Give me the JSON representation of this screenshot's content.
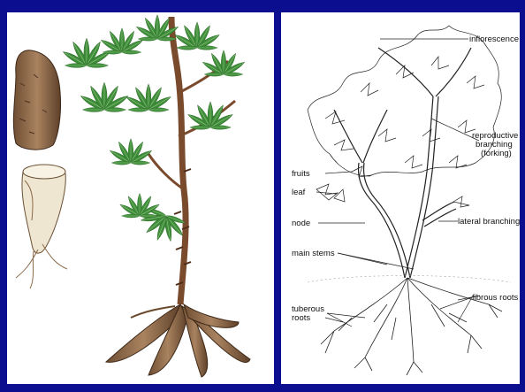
{
  "labels": {
    "inflorescence": "inflorescence",
    "reproductive_1": "reproductive",
    "reproductive_2": "branching",
    "reproductive_3": "(forking)",
    "fruits": "fruits",
    "leaf": "leaf",
    "node": "node",
    "lateral_branching": "lateral branching",
    "main_stems": "main stems",
    "tuberous_1": "tuberous",
    "tuberous_2": "roots",
    "fibrous_roots": "fibrous roots"
  },
  "colors": {
    "frame": "#0b0f8f",
    "leaf": "#3f8f3a",
    "stem": "#7a4a2c",
    "tuber": "#9b7350"
  }
}
